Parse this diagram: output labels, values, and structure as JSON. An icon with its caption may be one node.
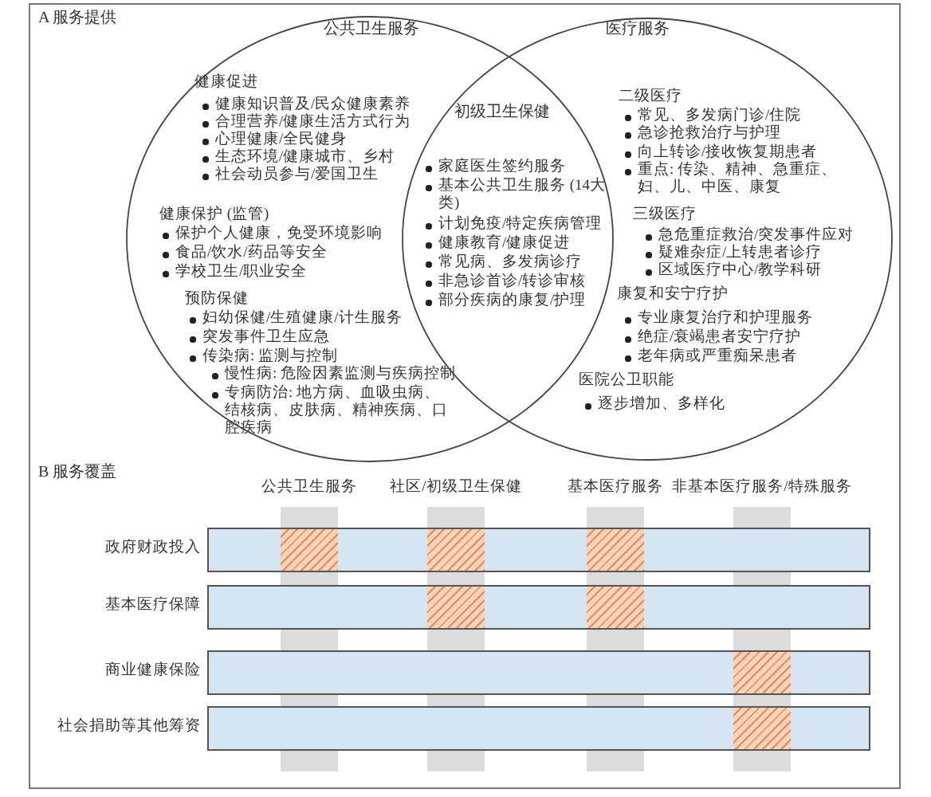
{
  "diagram": {
    "nodes": [
      {
        "text": [
          "公共卫生服务",
          "健康促进",
          "健康知识普及/民众健康素养",
          "合理营养/健康生活方式行为",
          "心理健康/全民健身",
          "生态环境/健康城市、乡村",
          "社会动员参与/爱国卫生",
          "健康保护 (监管)",
          "保护个人健康，免受环境影响",
          "食品/饮水/药品等安全",
          "学校卫生/职业安全",
          "预防保健",
          "妇幼保健/生殖健康/计生服务",
          "突发事件卫生应急",
          "传染病: 监测与控制",
          "慢性病: 危险因素监测与疾病控制",
          "专病防治: 地方病、血吸虫病、结核病、皮肤病、精神疾病、口腔疾病"
        ]
      },
      {
        "text": [
          "初级卫生保健",
          "家庭医生签约服务",
          "基本公共卫生服务 (14大类)",
          "计划免疫/特定疾病管理",
          "健康教育/健康促进",
          "常见病、多发病诊疗",
          "非急诊首诊/转诊审核",
          "部分疾病的康复/护理"
        ]
      },
      {
        "text": [
          "医疗服务",
          "二级医疗",
          "常见、多发病门诊/住院",
          "急诊抢救治疗与护理",
          "向上转诊/接收恢复期患者",
          "重点: 传染、精神、急重症、妇、儿、中医、康复",
          "三级医疗",
          "急危重症救治/突发事件应对",
          "疑难杂症/上转患者诊疗",
          "区域医疗中心/教学科研",
          "康复和安宁疗护",
          "专业康复治疗和护理服务",
          "绝症/衰竭患者安宁疗护",
          "老年病或严重痴呆患者",
          "医院公卫职能",
          "逐步增加、多样化"
        ]
      },
      {
        "text": [
          "公共卫生服务"
        ]
      },
      {
        "text": [
          "社区/初级卫生保健"
        ]
      },
      {
        "text": [
          "基本医疗服务"
        ]
      },
      {
        "text": [
          "非基本医疗服务/特殊服务"
        ]
      },
      {
        "text": [
          "政府财政投入"
        ]
      },
      {
        "text": [
          "基本医疗保障"
        ]
      },
      {
        "text": [
          "商业健康保险"
        ]
      },
      {
        "text": [
          "社会捐助等其他筹资"
        ]
      },
      {
        "text": [],
        "shape": "box"
      },
      {
        "text": [],
        "shape": "box"
      },
      {
        "text": [],
        "shape": "box"
      },
      {
        "text": [],
        "shape": "box"
      },
      {
        "text": [],
        "shape": "box"
      },
      {
        "text": [],
        "shape": "box"
      },
      {
        "text": [],
        "shape": "box"
      }
    ],
    "labels": [
      "A 服务提供",
      "B 服务覆盖"
    ]
  }
}
